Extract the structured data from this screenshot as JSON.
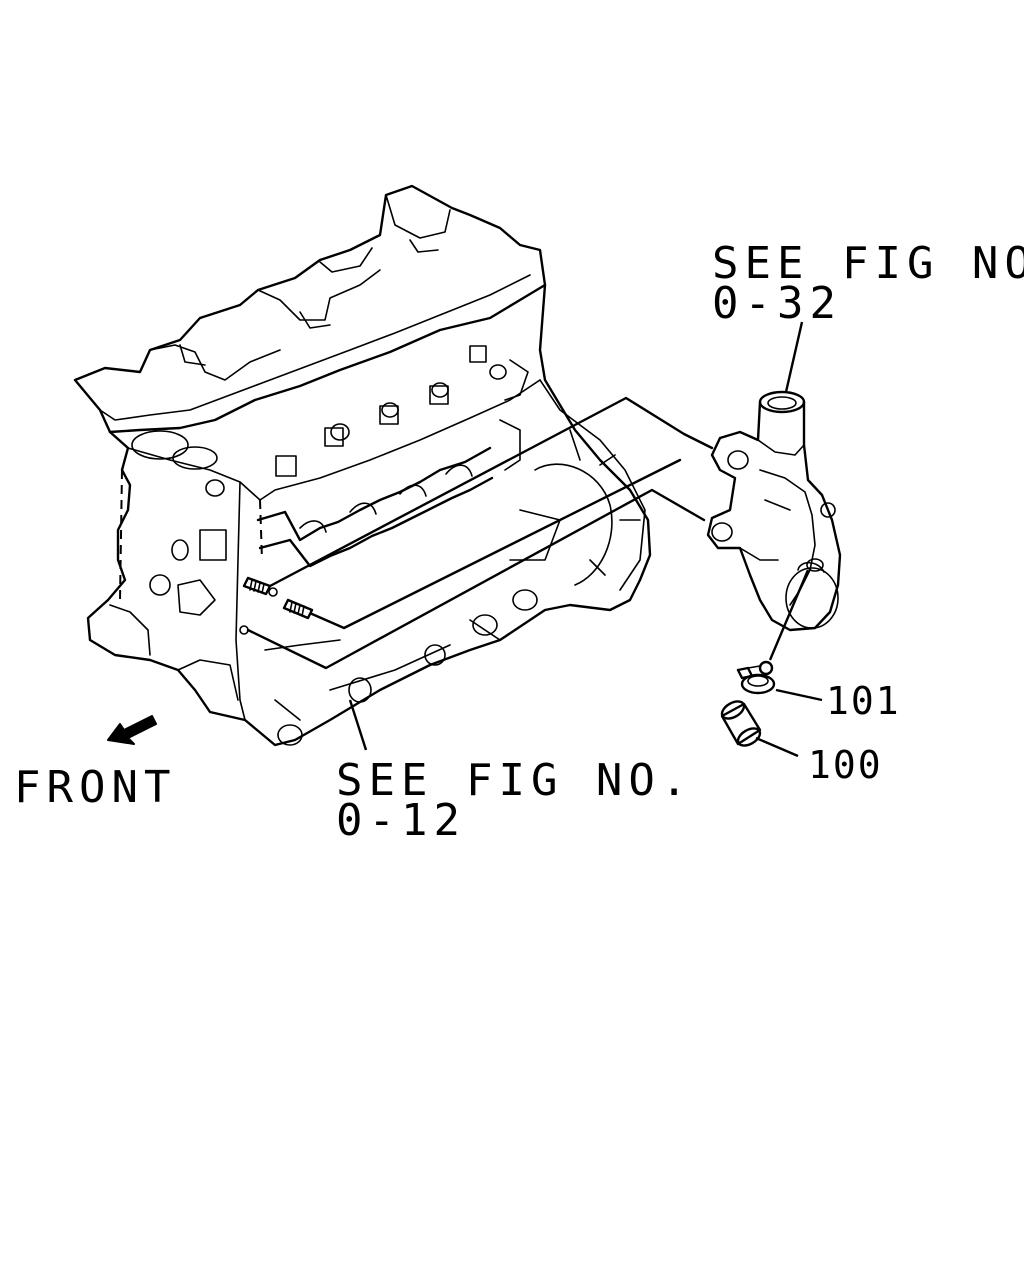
{
  "labels": {
    "see_fig_top_line1": "SEE FIG NO.",
    "see_fig_top_line2": "0-32",
    "see_fig_bottom_line1": "SEE FIG NO.",
    "see_fig_bottom_line2": "0-12",
    "front": "FRONT"
  },
  "parts": {
    "part_101": "101",
    "part_100": "100"
  },
  "icons": {
    "front_arrow": "arrow-down-left-icon"
  }
}
